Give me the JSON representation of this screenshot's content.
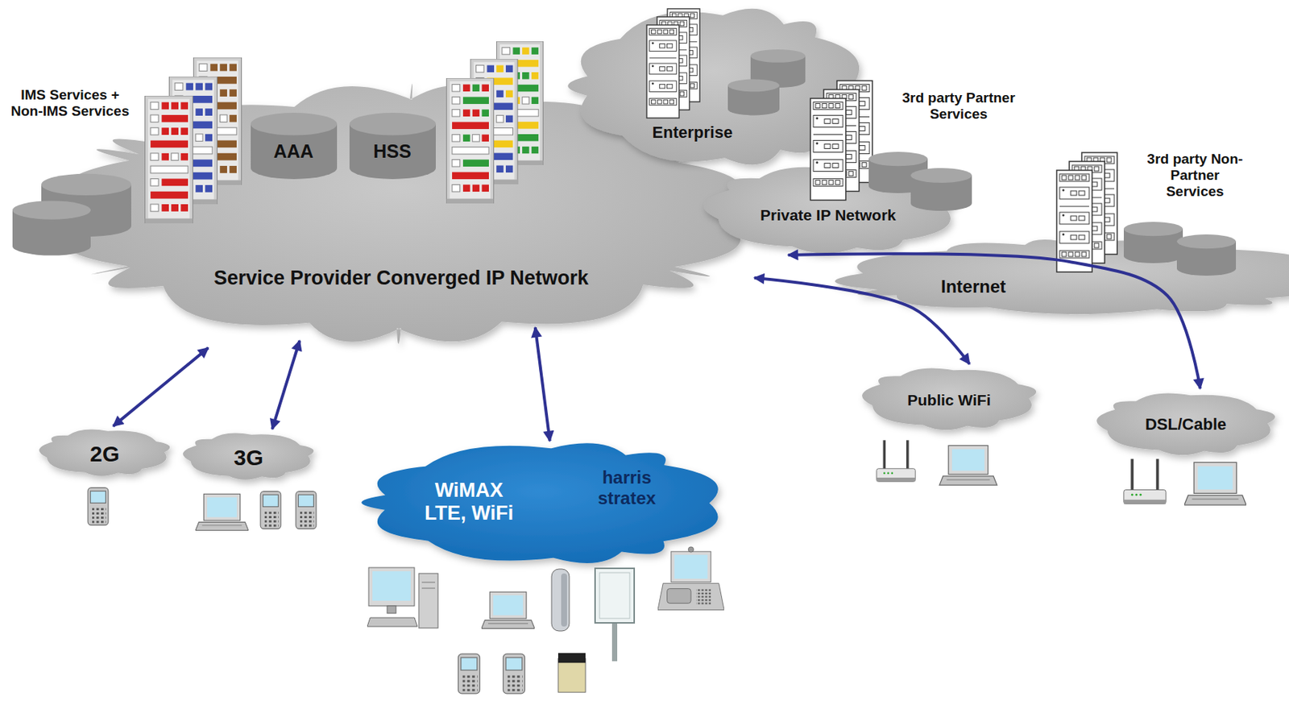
{
  "diagram": {
    "nodes": [
      {
        "text": [
          "Service Provider Converged IP Network"
        ]
      },
      {
        "text": [
          "AAA"
        ],
        "in": 0
      },
      {
        "text": [
          "HSS"
        ],
        "in": 0
      },
      {
        "text": [
          "Enterprise"
        ]
      },
      {
        "text": [
          "Private IP Network"
        ]
      },
      {
        "text": [
          "Internet"
        ]
      },
      {
        "text": [
          "2G"
        ]
      },
      {
        "text": [
          "3G"
        ]
      },
      {
        "text": [
          "WiMAX LTE, WiFi",
          "harris stratex"
        ]
      },
      {
        "text": [
          "Public WiFi"
        ]
      },
      {
        "text": [
          "DSL/Cable"
        ]
      }
    ],
    "edges": [
      {
        "from": 6,
        "to": 0,
        "arrow": "both"
      },
      {
        "from": 7,
        "to": 0,
        "arrow": "both"
      },
      {
        "from": 8,
        "to": 0,
        "arrow": "both"
      },
      {
        "from": 0,
        "to": 9,
        "arrow": "both"
      },
      {
        "from": 10,
        "to": 4,
        "arrow": "both"
      }
    ],
    "labels": [
      "IMS Services + Non-IMS Services",
      "3rd party Partner Services",
      "3rd party Non-Partner Services"
    ]
  }
}
